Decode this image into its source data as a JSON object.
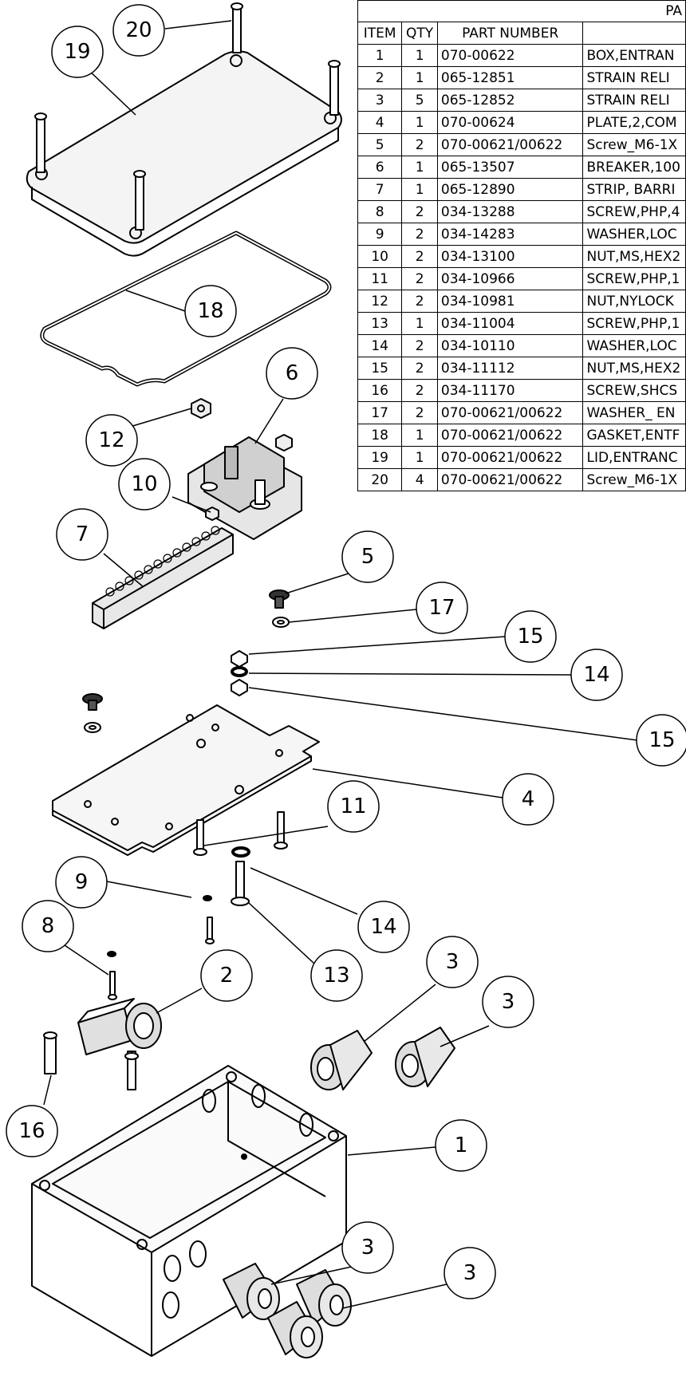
{
  "table": {
    "caption": "PA",
    "headers": {
      "item": "ITEM",
      "qty": "QTY",
      "part_number": "PART NUMBER",
      "description": ""
    },
    "rows": [
      {
        "item": "1",
        "qty": "1",
        "part_number": "070-00622",
        "description": "BOX,ENTRAN"
      },
      {
        "item": "2",
        "qty": "1",
        "part_number": "065-12851",
        "description": "STRAIN RELI"
      },
      {
        "item": "3",
        "qty": "5",
        "part_number": "065-12852",
        "description": "STRAIN RELI"
      },
      {
        "item": "4",
        "qty": "1",
        "part_number": "070-00624",
        "description": "PLATE,2,COM"
      },
      {
        "item": "5",
        "qty": "2",
        "part_number": "070-00621/00622",
        "description": "Screw_M6-1X"
      },
      {
        "item": "6",
        "qty": "1",
        "part_number": "065-13507",
        "description": "BREAKER,100"
      },
      {
        "item": "7",
        "qty": "1",
        "part_number": "065-12890",
        "description": "STRIP, BARRI"
      },
      {
        "item": "8",
        "qty": "2",
        "part_number": "034-13288",
        "description": "SCREW,PHP,4"
      },
      {
        "item": "9",
        "qty": "2",
        "part_number": "034-14283",
        "description": "WASHER,LOC"
      },
      {
        "item": "10",
        "qty": "2",
        "part_number": "034-13100",
        "description": "NUT,MS,HEX2"
      },
      {
        "item": "11",
        "qty": "2",
        "part_number": "034-10966",
        "description": "SCREW,PHP,1"
      },
      {
        "item": "12",
        "qty": "2",
        "part_number": "034-10981",
        "description": "NUT,NYLOCK"
      },
      {
        "item": "13",
        "qty": "1",
        "part_number": "034-11004",
        "description": "SCREW,PHP,1"
      },
      {
        "item": "14",
        "qty": "2",
        "part_number": "034-10110",
        "description": "WASHER,LOC"
      },
      {
        "item": "15",
        "qty": "2",
        "part_number": "034-11112",
        "description": "NUT,MS,HEX2"
      },
      {
        "item": "16",
        "qty": "2",
        "part_number": "034-11170",
        "description": "SCREW,SHCS"
      },
      {
        "item": "17",
        "qty": "2",
        "part_number": "070-00621/00622",
        "description": "WASHER_ EN"
      },
      {
        "item": "18",
        "qty": "1",
        "part_number": "070-00621/00622",
        "description": "GASKET,ENTF"
      },
      {
        "item": "19",
        "qty": "1",
        "part_number": "070-00621/00622",
        "description": "LID,ENTRANC"
      },
      {
        "item": "20",
        "qty": "4",
        "part_number": "070-00621/00622",
        "description": "Screw_M6-1X"
      }
    ]
  },
  "balloons": [
    {
      "label": "20"
    },
    {
      "label": "19"
    },
    {
      "label": "18"
    },
    {
      "label": "6"
    },
    {
      "label": "12"
    },
    {
      "label": "10"
    },
    {
      "label": "7"
    },
    {
      "label": "5"
    },
    {
      "label": "17"
    },
    {
      "label": "15"
    },
    {
      "label": "14"
    },
    {
      "label": "15"
    },
    {
      "label": "4"
    },
    {
      "label": "11"
    },
    {
      "label": "9"
    },
    {
      "label": "14"
    },
    {
      "label": "8"
    },
    {
      "label": "2"
    },
    {
      "label": "13"
    },
    {
      "label": "3"
    },
    {
      "label": "3"
    },
    {
      "label": "16"
    },
    {
      "label": "1"
    },
    {
      "label": "3"
    },
    {
      "label": "3"
    }
  ]
}
